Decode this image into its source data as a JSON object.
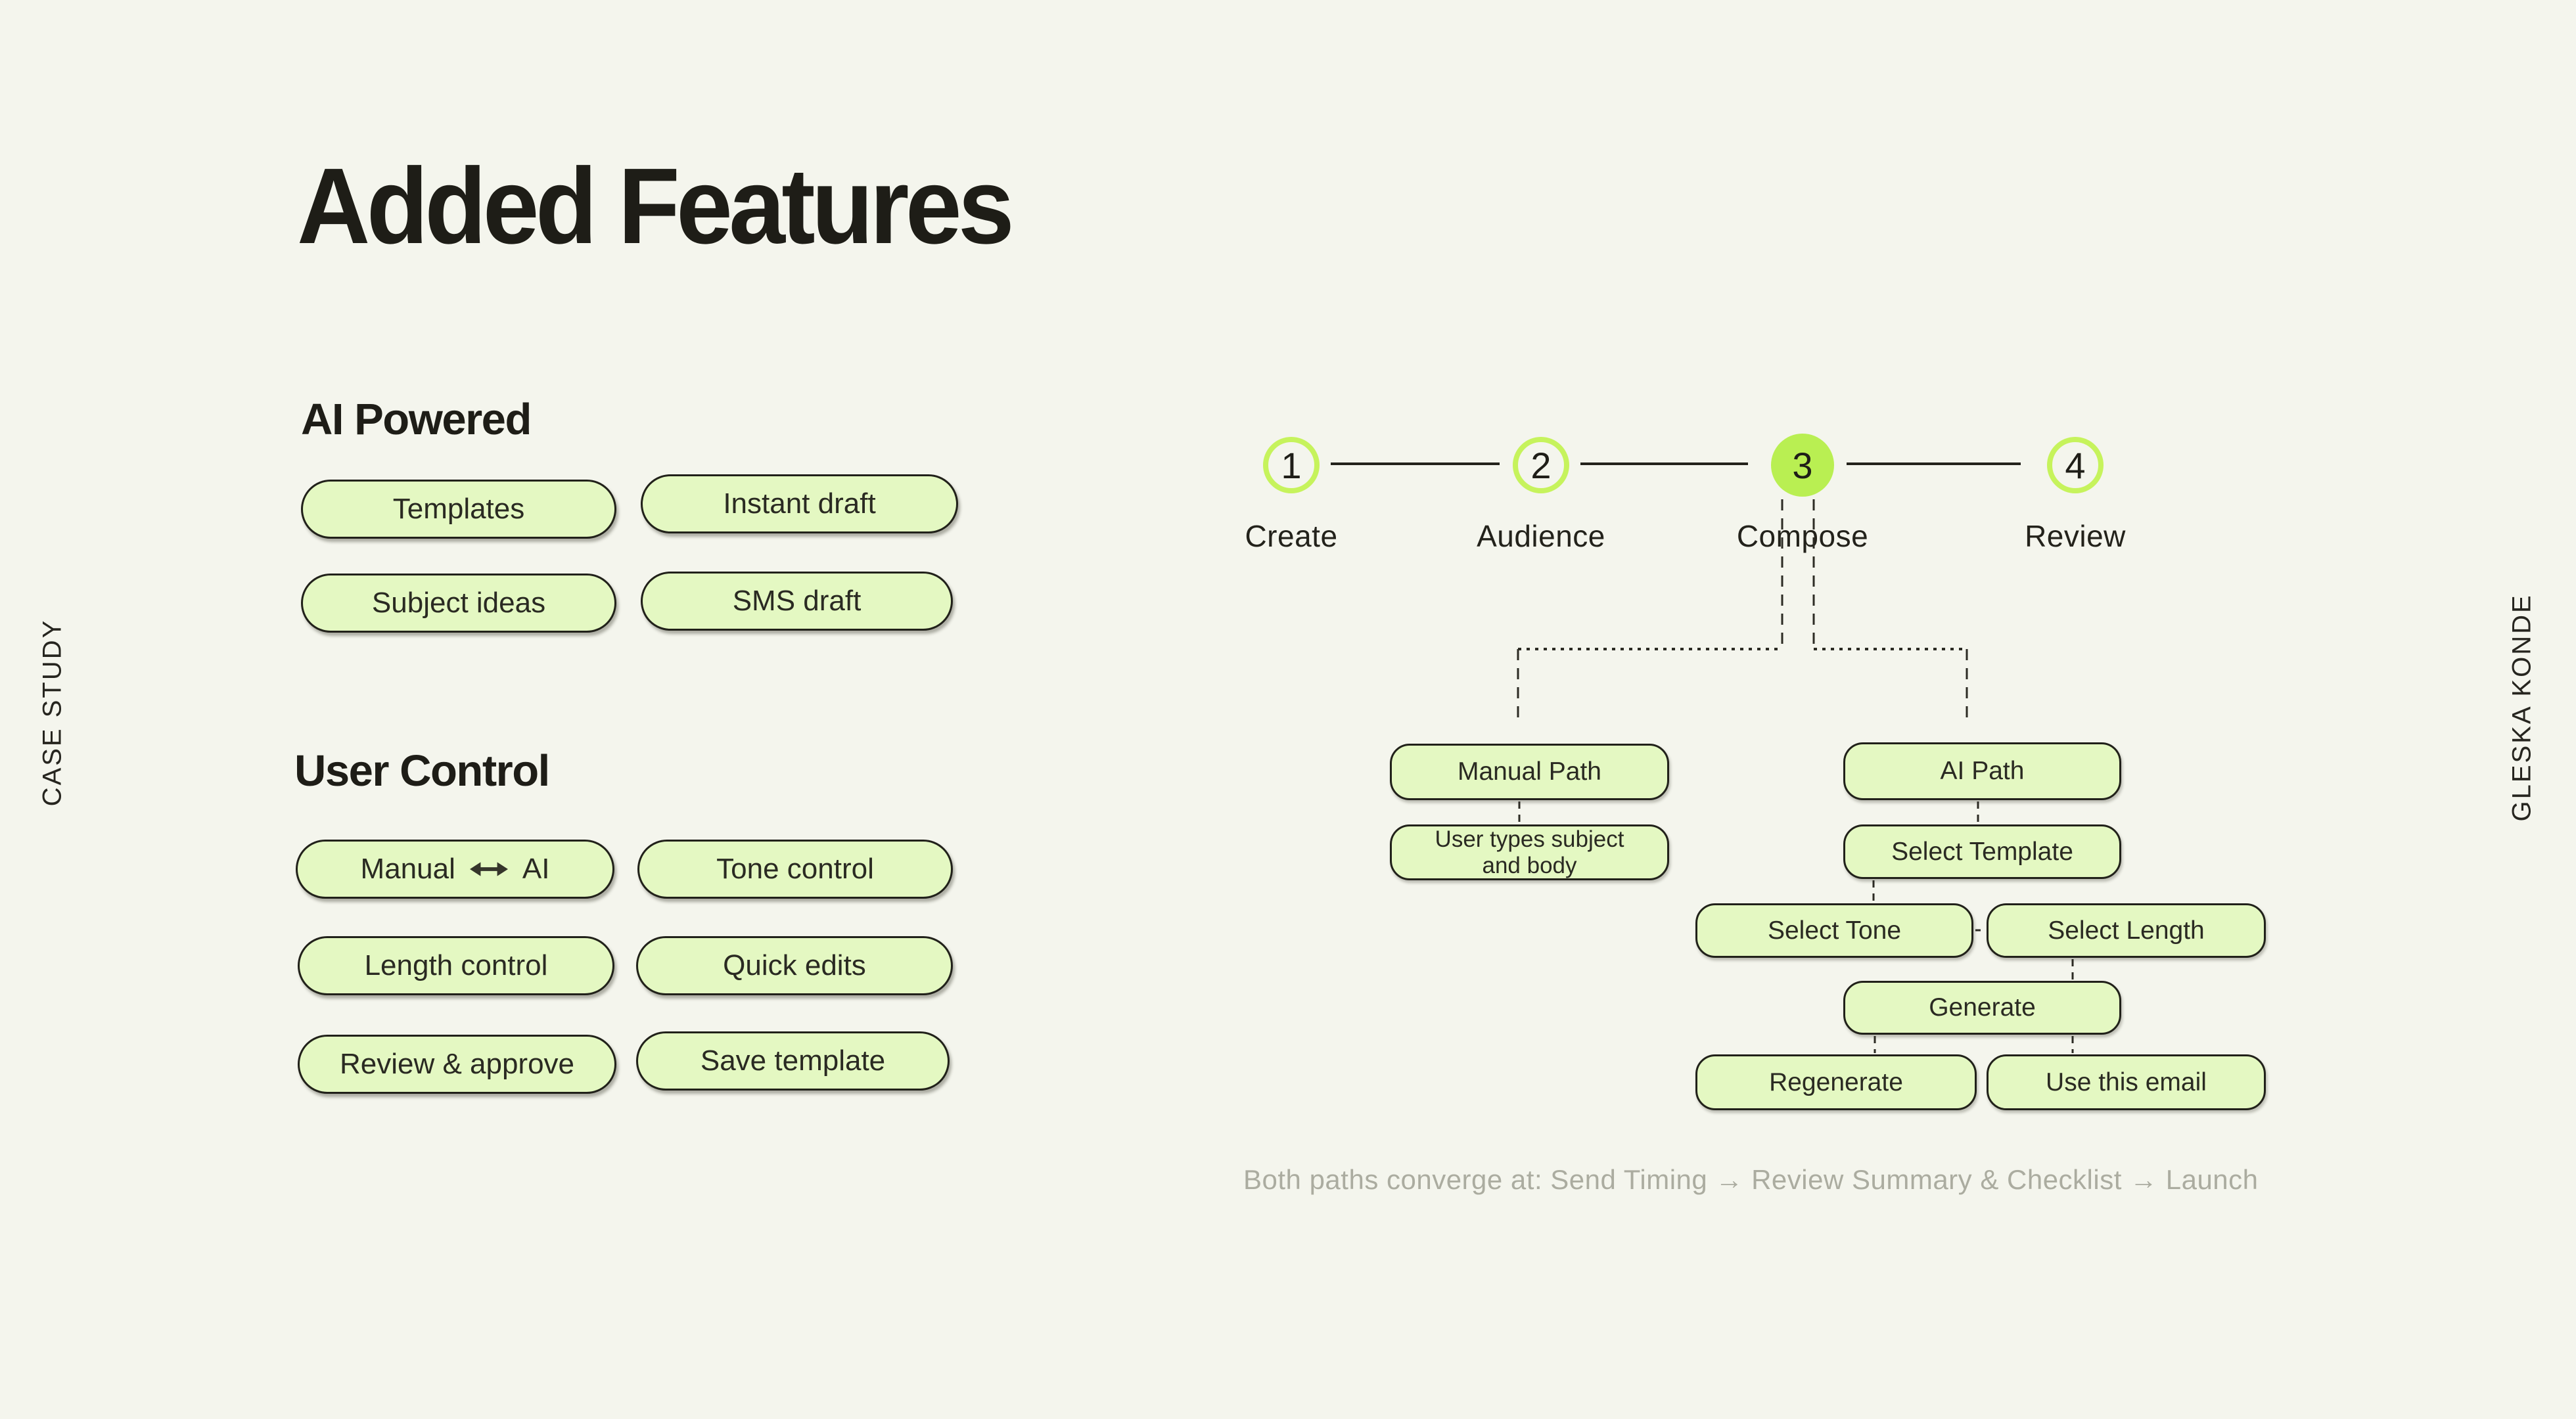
{
  "page": {
    "title": "Added Features",
    "side_label_left": "CASE STUDY",
    "side_label_right": "GLESKA KONDE",
    "colors": {
      "background": "#f4f5ed",
      "pill_green": "#e4f8c2",
      "accent_lime_ring": "#c6f35c",
      "accent_lime_active": "#b9ef52",
      "ink": "#23221b",
      "muted_gray": "#abaca0"
    }
  },
  "feature_sections": [
    {
      "heading": "AI Powered",
      "pills": [
        {
          "label": "Templates"
        },
        {
          "label": "Instant draft"
        },
        {
          "label": "Subject ideas"
        },
        {
          "label": "SMS draft"
        }
      ]
    },
    {
      "heading": "User Control",
      "pills": [
        {
          "label_left": "Manual",
          "label_right": "AI",
          "icon": "bidirectional-arrow"
        },
        {
          "label": "Tone control"
        },
        {
          "label": "Length control"
        },
        {
          "label": "Quick edits"
        },
        {
          "label": "Review & approve"
        },
        {
          "label": "Save template"
        }
      ]
    }
  ],
  "stepper": {
    "steps": [
      {
        "number": "1",
        "label": "Create",
        "state": "outlined"
      },
      {
        "number": "2",
        "label": "Audience",
        "state": "outlined"
      },
      {
        "number": "3",
        "label": "Compose",
        "state": "active"
      },
      {
        "number": "4",
        "label": "Review",
        "state": "outlined"
      }
    ]
  },
  "flow": {
    "nodes": {
      "manual_path": "Manual Path",
      "ai_path": "AI Path",
      "user_types_line1": "User types subject",
      "user_types_line2": "and body",
      "select_template": "Select Template",
      "select_tone": "Select Tone",
      "select_length": "Select Length",
      "generate": "Generate",
      "regenerate": "Regenerate",
      "use_this_email": "Use this email"
    },
    "converge_note": "Both paths converge at: Send Timing → Review Summary & Checklist → Launch"
  }
}
